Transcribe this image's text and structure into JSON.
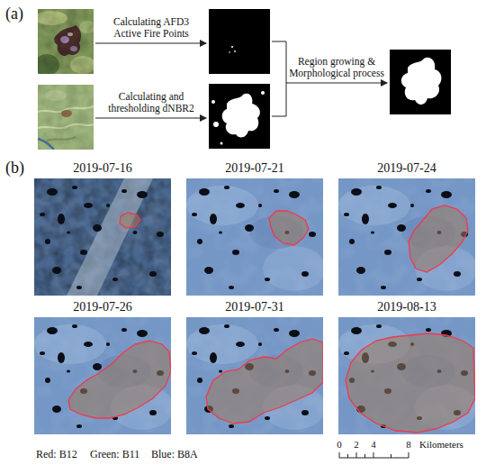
{
  "diagram": {
    "nodes": [
      {
        "text": [
          "2019-07-16"
        ]
      },
      {
        "text": [
          "2019-07-21"
        ]
      },
      {
        "text": [
          "2019-07-24"
        ]
      },
      {
        "text": [
          "2019-07-26"
        ]
      },
      {
        "text": [
          "2019-07-31"
        ]
      },
      {
        "text": [
          "2019-08-13"
        ]
      }
    ],
    "labels": [
      "(a)",
      "Calculating AFD3 Active Fire Points",
      "Calculating and thresholding dNBR2",
      "Region growing & Morphological process",
      "(b)",
      "Red: B12",
      "Green: B11",
      "Blue: B8A",
      "0",
      "2",
      "4",
      "8",
      "Kilometers"
    ]
  }
}
